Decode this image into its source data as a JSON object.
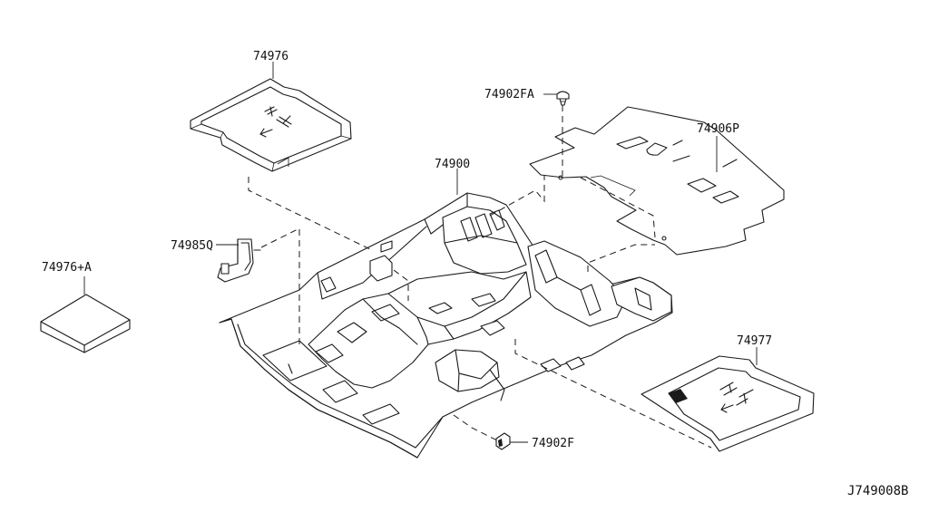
{
  "diagram": {
    "part_labels": {
      "p74976": "74976",
      "p74902fa": "74902FA",
      "p74906p": "74906P",
      "p74900": "74900",
      "p74985q": "74985Q",
      "p74976a": "74976+A",
      "p74977": "74977",
      "p74902f": "74902F"
    },
    "drawing_code": "J749008B"
  }
}
